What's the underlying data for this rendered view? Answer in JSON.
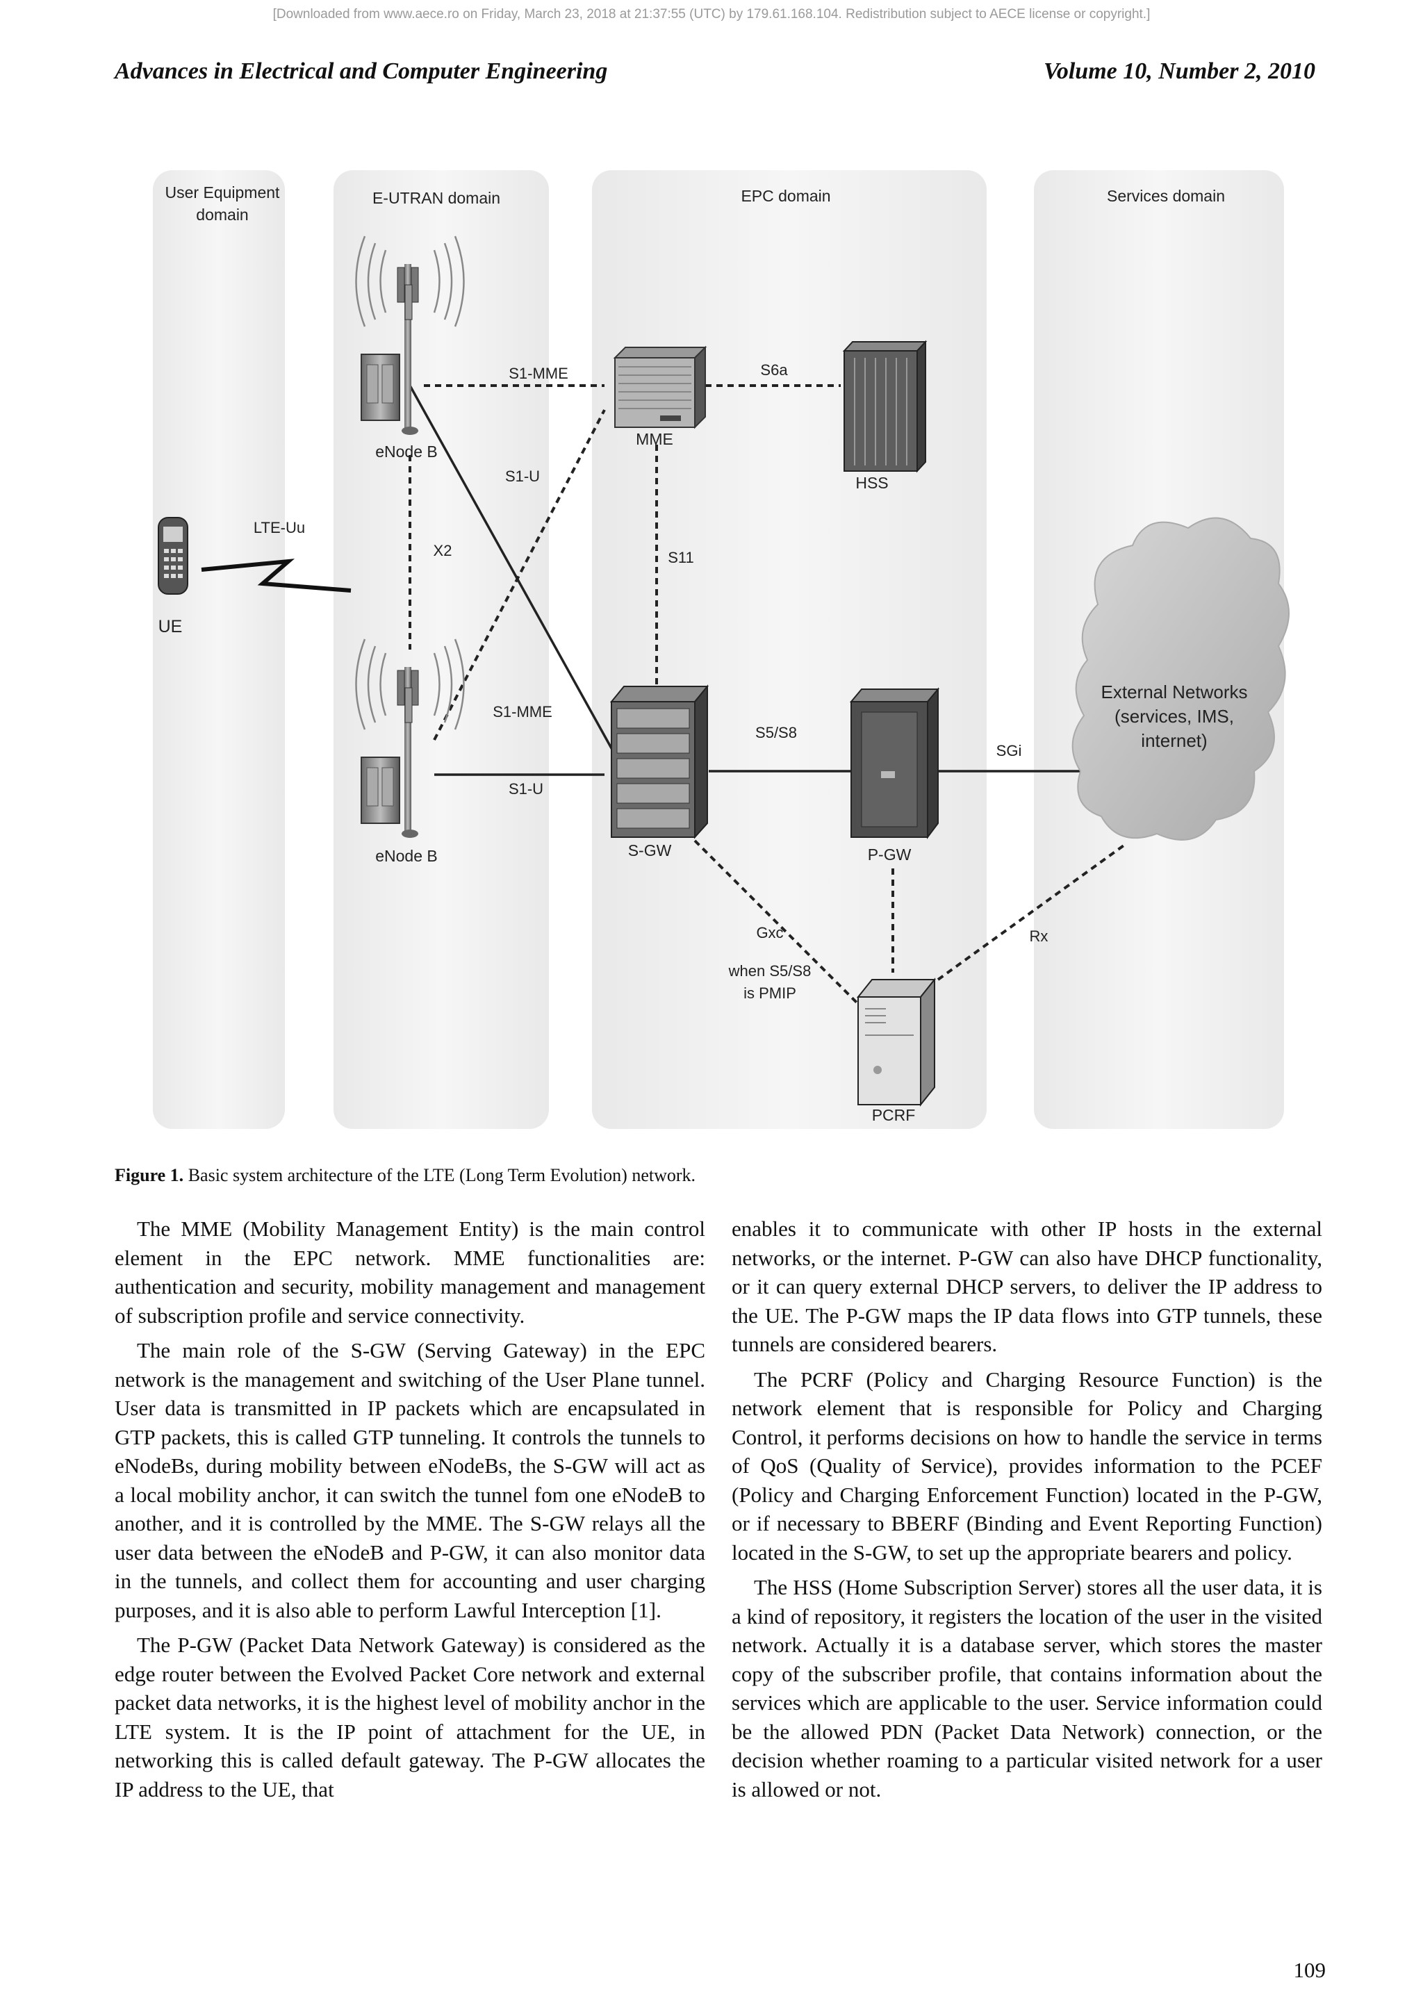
{
  "download_note": "[Downloaded from www.aece.ro on Friday, March 23, 2018 at 21:37:55 (UTC) by 179.61.168.104. Redistribution subject to AECE license or copyright.]",
  "header": {
    "journal": "Advances in Electrical and Computer Engineering",
    "volume": "Volume 10, Number 2, 2010"
  },
  "figure": {
    "domains": {
      "ue": [
        "User Equipment",
        "domain"
      ],
      "eutran": "E-UTRAN domain",
      "epc": "EPC domain",
      "services": "Services domain"
    },
    "nodes": {
      "enodeb_top": "eNode B",
      "enodeb_bottom": "eNode B",
      "ue": "UE",
      "mme": "MME",
      "hss": "HSS",
      "sgw": "S-GW",
      "pgw": "P-GW",
      "pcrf": "PCRF",
      "external": [
        "External Networks",
        "(services, IMS,",
        "internet)"
      ]
    },
    "interfaces": {
      "lte_uu": "LTE-Uu",
      "x2": "X2",
      "s1_mme_top": "S1-MME",
      "s1_u_top": "S1-U",
      "s6a": "S6a",
      "s11": "S11",
      "s1_mme_bottom": "S1-MME",
      "s1_u_bottom": "S1-U",
      "s5_s8": "S5/S8",
      "sgi": "SGi",
      "gxc": "Gxc",
      "gxc_note": [
        "when S5/S8",
        "is PMIP"
      ],
      "rx": "Rx"
    },
    "caption_label": "Figure 1.",
    "caption_text": " Basic system architecture of the LTE (Long Term Evolution) network."
  },
  "body": {
    "left_column": [
      "The MME (Mobility Management Entity) is the main control element in the EPC network. MME functionalities are: authentication and security, mobility management and management of subscription profile and service connectivity.",
      "The main role of the S-GW (Serving Gateway) in the EPC network is the management and switching of the User Plane tunnel. User data is transmitted in IP packets which are encapsulated in GTP packets, this is called GTP tunneling. It controls the tunnels to eNodeBs, during mobility between eNodeBs, the S-GW will act as a local mobility anchor, it can switch the tunnel fom one eNodeB to another, and it is controlled by the MME. The S-GW relays all the user data between the eNodeB and P-GW, it can also monitor data in the tunnels, and collect them for accounting and user charging purposes, and it is also able to perform Lawful Interception [1].",
      "The P-GW (Packet Data Network Gateway) is considered as the edge router between the Evolved Packet Core network and external packet data networks, it is the highest level of mobility anchor in the LTE system. It is the IP point of attachment for the UE, in networking this is called default gateway. The P-GW allocates the IP address to the UE, that"
    ],
    "right_column_continuation": "enables it to communicate with other IP hosts in the external networks, or the internet. P-GW can also have DHCP functionality, or it can query external DHCP servers, to deliver the IP address to the UE. The P-GW maps the IP data flows into GTP tunnels, these tunnels are considered bearers.",
    "right_column": [
      "The PCRF (Policy and Charging Resource Function) is the network element that is responsible for Policy and Charging Control, it performs decisions on how to handle the service in terms of QoS (Quality of Service), provides information to the PCEF (Policy and Charging Enforcement Function) located in the P-GW, or if necessary to BBERF (Binding and Event Reporting Function) located in the S-GW, to set up the appropriate bearers and policy.",
      "The HSS (Home Subscription Server) stores all the user data, it is a kind of repository, it registers the location of the user in the visited network. Actually it is a database server, which stores the master copy of the subscriber profile, that contains information about the services which are applicable to the user. Service information could be the allowed PDN (Packet Data Network) connection, or the decision whether roaming to a particular visited network for a user is allowed or not."
    ]
  },
  "page_number": "109"
}
